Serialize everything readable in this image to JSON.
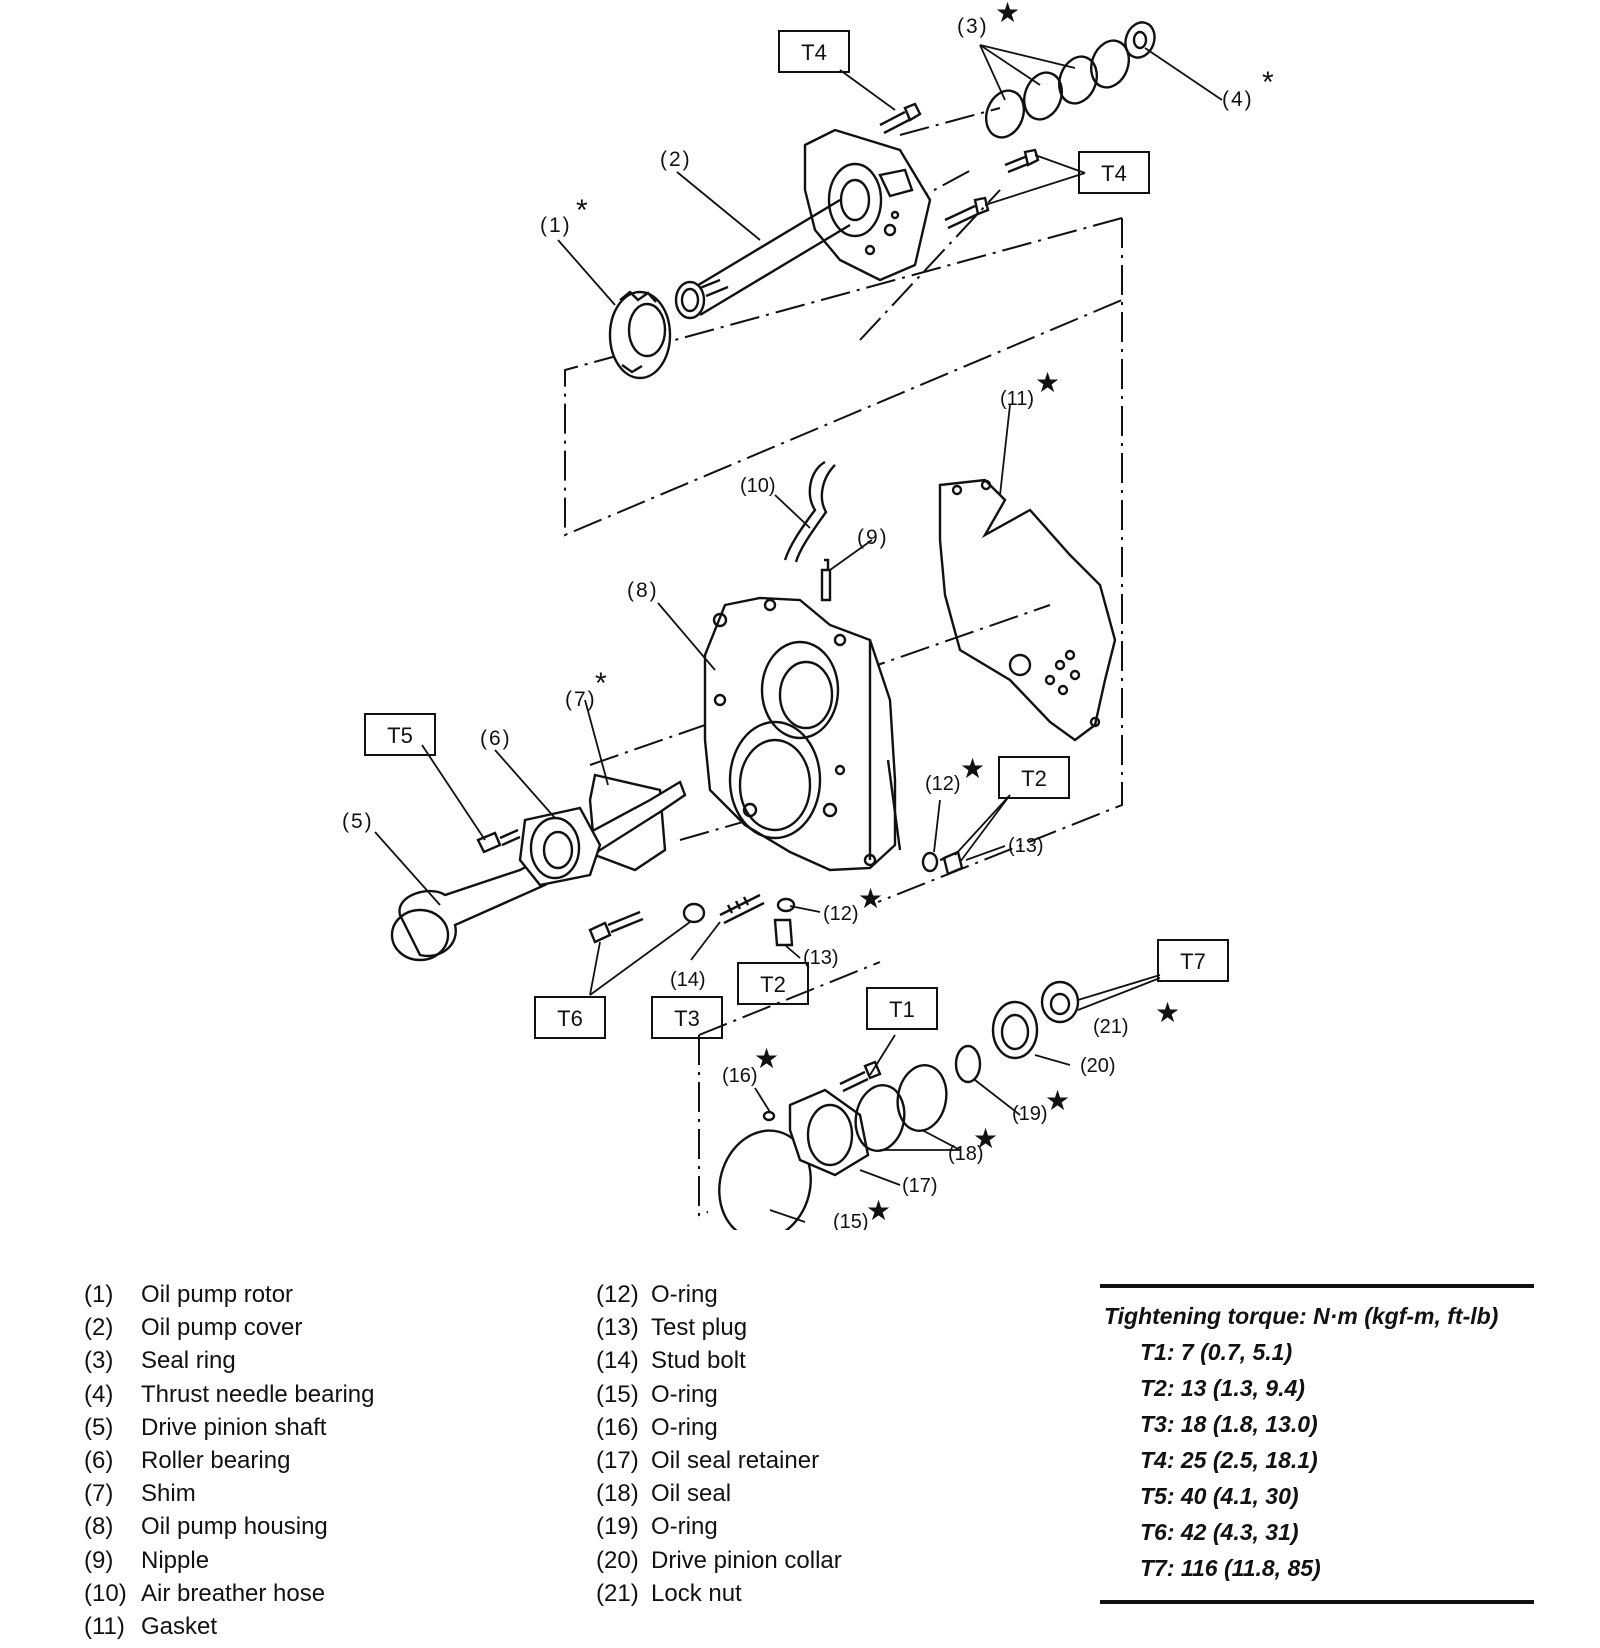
{
  "callouts": {
    "c1": "(1)",
    "c2": "(2)",
    "c3": "(3)",
    "c4": "(4)",
    "c5": "(5)",
    "c6": "(6)",
    "c7": "(7)",
    "c8": "(8)",
    "c9": "(9)",
    "c10": "(10)",
    "c11": "(11)",
    "c12a": "(12)",
    "c12b": "(12)",
    "c13a": "(13)",
    "c13b": "(13)",
    "c14": "(14)",
    "c15": "(15)",
    "c16": "(16)",
    "c17": "(17)",
    "c18": "(18)",
    "c19": "(19)",
    "c20": "(20)",
    "c21": "(21)"
  },
  "torque_tags": {
    "t4_top": "T4",
    "t4_right": "T4",
    "t5": "T5",
    "t2_right": "T2",
    "t2_mid": "T2",
    "t6": "T6",
    "t3": "T3",
    "t1": "T1",
    "t7": "T7"
  },
  "symbols": {
    "star": "★",
    "asterisk": "*"
  },
  "parts_left": [
    {
      "num": "(1)",
      "name": "Oil pump rotor"
    },
    {
      "num": "(2)",
      "name": "Oil pump cover"
    },
    {
      "num": "(3)",
      "name": "Seal ring"
    },
    {
      "num": "(4)",
      "name": "Thrust needle bearing"
    },
    {
      "num": "(5)",
      "name": "Drive pinion shaft"
    },
    {
      "num": "(6)",
      "name": "Roller bearing"
    },
    {
      "num": "(7)",
      "name": "Shim"
    },
    {
      "num": "(8)",
      "name": "Oil pump housing"
    },
    {
      "num": "(9)",
      "name": "Nipple"
    },
    {
      "num": "(10)",
      "name": "Air breather hose"
    },
    {
      "num": "(11)",
      "name": "Gasket"
    }
  ],
  "parts_right": [
    {
      "num": "(12)",
      "name": "O-ring"
    },
    {
      "num": "(13)",
      "name": "Test plug"
    },
    {
      "num": "(14)",
      "name": "Stud bolt"
    },
    {
      "num": "(15)",
      "name": "O-ring"
    },
    {
      "num": "(16)",
      "name": "O-ring"
    },
    {
      "num": "(17)",
      "name": "Oil seal retainer"
    },
    {
      "num": "(18)",
      "name": "Oil seal"
    },
    {
      "num": "(19)",
      "name": "O-ring"
    },
    {
      "num": "(20)",
      "name": "Drive pinion collar"
    },
    {
      "num": "(21)",
      "name": "Lock nut"
    }
  ],
  "torque_table": {
    "title": "Tightening torque: N·m (kgf-m, ft-lb)",
    "rows": [
      "T1: 7 (0.7, 5.1)",
      "T2: 13 (1.3, 9.4)",
      "T3: 18 (1.8, 13.0)",
      "T4: 25 (2.5, 18.1)",
      "T5: 40 (4.1, 30)",
      "T6: 42 (4.3, 31)",
      "T7: 116 (11.8, 85)"
    ]
  }
}
